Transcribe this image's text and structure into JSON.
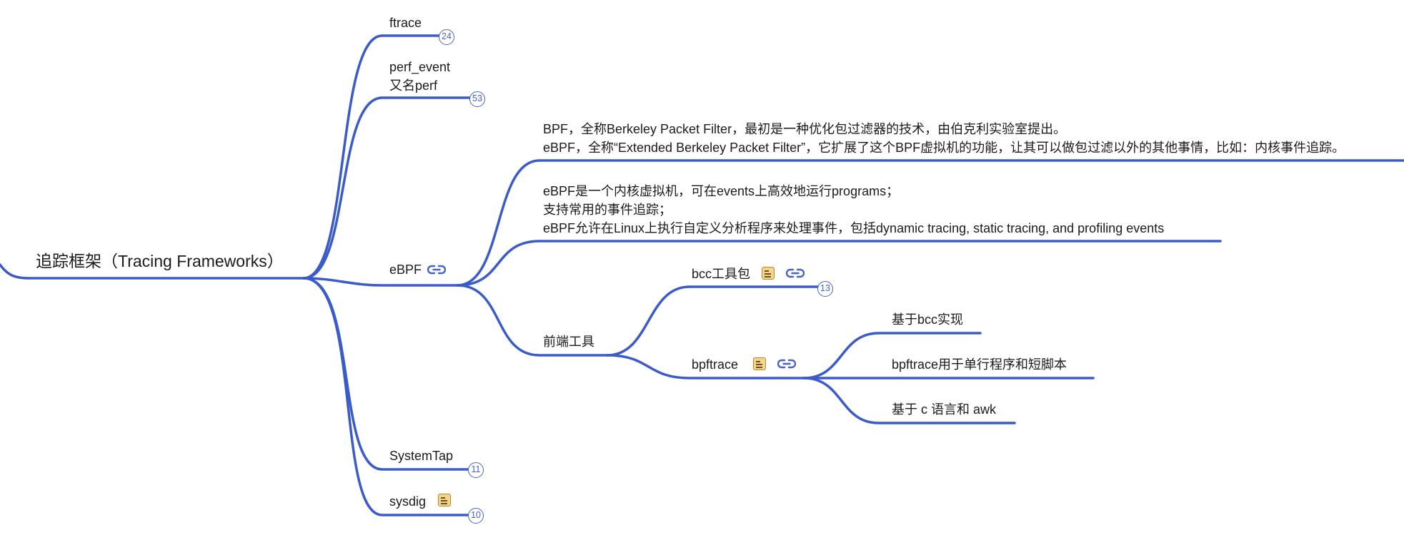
{
  "root": {
    "label": "追踪框架（Tracing Frameworks）"
  },
  "branches": {
    "ftrace": {
      "label": "ftrace",
      "badge": "24"
    },
    "perf_event": {
      "line1": "perf_event",
      "line2": "又名perf",
      "badge": "53"
    },
    "ebpf": {
      "label": "eBPF",
      "desc1": {
        "line1": "BPF，全称Berkeley Packet Filter，最初是一种优化包过滤器的技术，由伯克利实验室提出。",
        "line2": "eBPF，全称“Extended Berkeley Packet Filter”，它扩展了这个BPF虚拟机的功能，让其可以做包过滤以外的其他事情，比如：内核事件追踪。"
      },
      "desc2": {
        "line1": "eBPF是一个内核虚拟机，可在events上高效地运行programs；",
        "line2": "支持常用的事件追踪；",
        "line3": "eBPF允许在Linux上执行自定义分析程序来处理事件，包括dynamic tracing, static tracing, and profiling events"
      },
      "frontend": {
        "label": "前端工具",
        "bcc": {
          "label": "bcc工具包",
          "badge": "13"
        },
        "bpftrace": {
          "label": "bpftrace",
          "children": [
            "基于bcc实现",
            "bpftrace用于单行程序和短脚本",
            "基于 c 语言和 awk"
          ]
        }
      }
    },
    "systemtap": {
      "label": "SystemTap",
      "badge": "11"
    },
    "sysdig": {
      "label": "sysdig",
      "badge": "10"
    }
  },
  "colors": {
    "branch": "#3b5bc8",
    "badge": "#4763c9",
    "note": "#f3d58c",
    "text": "#1b1b1b"
  },
  "icons": {
    "note": "note-icon",
    "link": "link-icon",
    "collapsed_count": "collapsed-count-badge"
  }
}
